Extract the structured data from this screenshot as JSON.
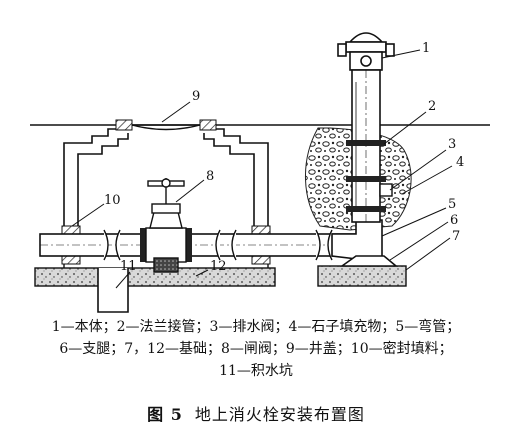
{
  "labels": {
    "l1": "1",
    "l2": "2",
    "l3": "3",
    "l4": "4",
    "l5": "5",
    "l6": "6",
    "l7": "7",
    "l8": "8",
    "l9": "9",
    "l10": "10",
    "l11": "11",
    "l12": "12"
  },
  "legend": {
    "line1": "1—本体；2—法兰接管；3—排水阀；4—石子填充物；5—弯管；",
    "line2": "6—支腿；7，12—基础；8—闸阀；9—井盖；10—密封填料；",
    "line3": "11—积水坑"
  },
  "caption": {
    "figure_number": "图 5",
    "title": "地上消火栓安装布置图"
  }
}
